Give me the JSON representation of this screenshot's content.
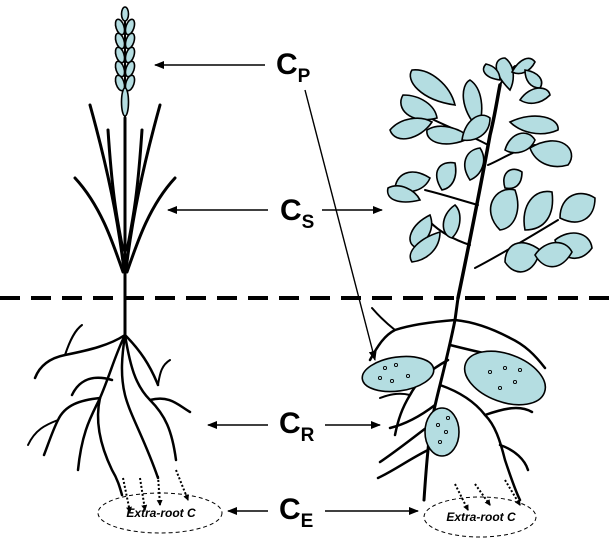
{
  "labels": {
    "cp": {
      "main": "C",
      "sub": "P"
    },
    "cs": {
      "main": "C",
      "sub": "S"
    },
    "cr": {
      "main": "C",
      "sub": "R"
    },
    "ce": {
      "main": "C",
      "sub": "E"
    }
  },
  "extra_root_label": "Extra-root C",
  "colors": {
    "leaf_fill": "#b4dde1",
    "outline": "#000000",
    "background": "#ffffff"
  }
}
